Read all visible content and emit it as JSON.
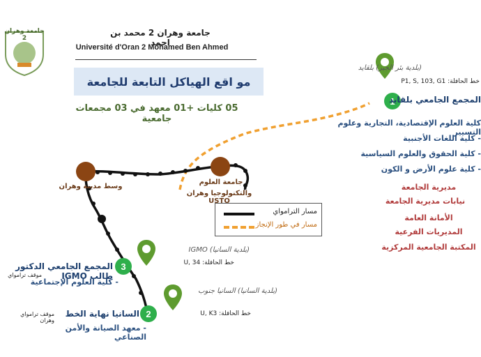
{
  "header": {
    "university_ar": "جامعة وهران 2 محمد بن احمد",
    "university_fr": "Université d'Oran 2 Mohamed Ben Ahmed",
    "logo_text": "جامعة وهران 2"
  },
  "title": "مو اقع الهياكل التابعة للجامعة",
  "subtitle": "05 كليات +01 معهد في 03 مجمعات جامعية",
  "legend": {
    "tram_route": "مسار الترامواي",
    "under_construction": "مسار في طور الإنجاز"
  },
  "colors": {
    "tram": "#000000",
    "construction": "#f0a030",
    "station": "#8b4513",
    "badge": "#2eaf4b",
    "pin": "#5e9b2f",
    "faculty_text": "#2a4f7f",
    "admin_text": "#b03a3a"
  },
  "landmarks": {
    "city_center": "وسط مدينة وهران",
    "usto_line1": "جامعة العلوم",
    "usto_line2": "والتكنولوجيا وهران USTO"
  },
  "campuses": [
    {
      "number": "1",
      "municipality": "(بلدية بئر الجير) بلقايد",
      "bus_lines": "خط الحافلة: P1, S, 103, G1",
      "name": "المجمع الجامعي بلقايد",
      "faculties": [
        "كلية العلوم الإقتصادية، التجارية وعلوم التسيير",
        "- كلية اللغات الأجنبية",
        "- كلية الحقوق والعلوم السياسية",
        "- كلية علوم الأرض و الكون"
      ],
      "admin": [
        "مديرية الجامعة",
        "نيابات مديرية الجامعة",
        "الأمانة العامة",
        "المديريات الفرعية",
        "المكتبة الجامعية المركزية"
      ]
    },
    {
      "number": "2",
      "municipality": "(بلدية السانيا) السانيا جنوب",
      "bus_lines": "خط الحافلة: U, K3",
      "name": "السانيا نهاية الخط",
      "tram_stop": "موقف ترامواي وهران",
      "faculties": [
        "- معهد الصيانة والأمن الصناعي"
      ]
    },
    {
      "number": "3",
      "municipality": "(بلدية السانيا) IGMO",
      "bus_lines": "خط الحافلة: U, 34",
      "name": "المجمع الجامعي الدكتور طالب IGMO",
      "tram_stop": "موقف ترامواي",
      "faculties": [
        "- كلية العلوم الإجتماعية"
      ]
    }
  ]
}
